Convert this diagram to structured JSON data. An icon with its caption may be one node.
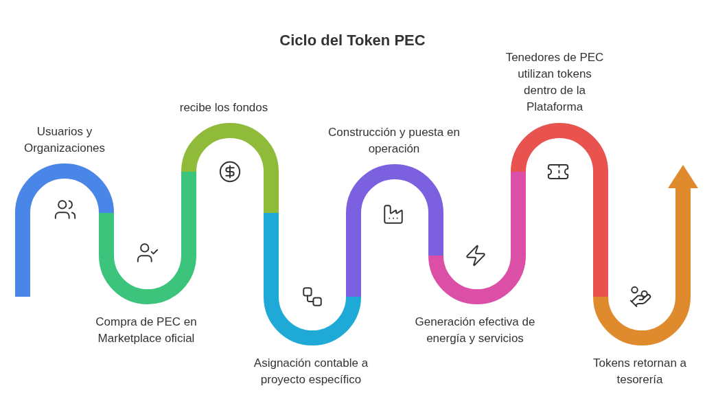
{
  "diagram": {
    "title": "Ciclo del Token PEC",
    "labels": [
      "Usuarios y Organizaciones",
      "Compra de PEC en Marketplace oficial",
      "recibe los fondos",
      "Asignación contable a proyecto específico",
      "Construcción y puesta en operación",
      "Generación efectiva de energía y servicios",
      "Tenedores de PEC utilizan tokens dentro de la Plataforma",
      "Tokens retornan a tesorería"
    ]
  }
}
